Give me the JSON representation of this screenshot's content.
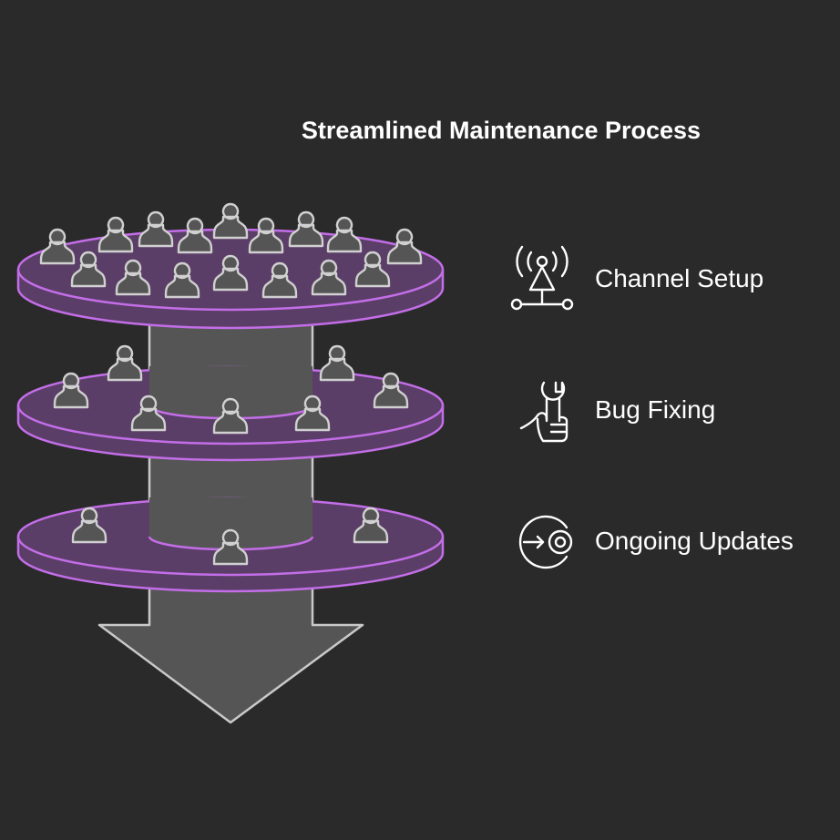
{
  "title": "Streamlined Maintenance Process",
  "stages": [
    {
      "label": "Channel Setup",
      "icon": "antenna-icon"
    },
    {
      "label": "Bug Fixing",
      "icon": "wrench-hand-icon"
    },
    {
      "label": "Ongoing Updates",
      "icon": "arrow-target-icon"
    }
  ],
  "colors": {
    "background": "#2a2a2a",
    "disk_fill": "#5b3e67",
    "disk_stroke": "#c36ee8",
    "column": "#555555",
    "person_fill": "#555555",
    "person_stroke": "#d0d0d0",
    "text": "#ffffff"
  }
}
